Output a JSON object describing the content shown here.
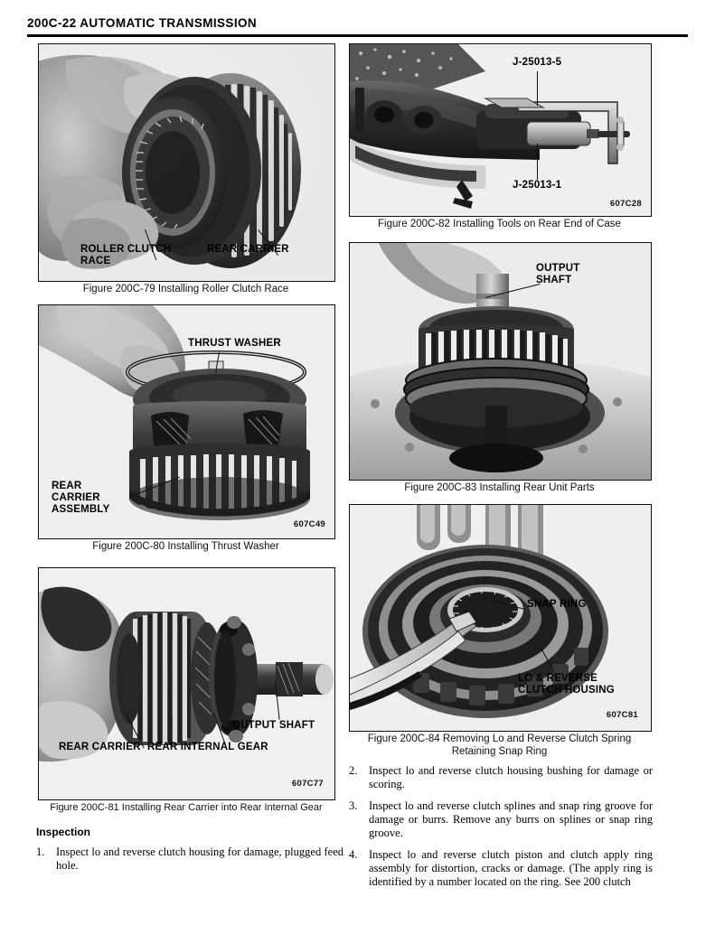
{
  "header": {
    "page_number": "200C-22",
    "title": "200C-22  AUTOMATIC TRANSMISSION",
    "section": "AUTOMATIC TRANSMISSION"
  },
  "figures": [
    {
      "id": "fig-200c-79",
      "caption": "Figure 200C-79 Installing Roller Clutch Race",
      "photo_id": "",
      "labels": [
        {
          "name": "roller-clutch-race",
          "text": "ROLLER CLUTCH\nRACE"
        },
        {
          "name": "rear-carrier",
          "text": "REAR CARRIER"
        }
      ]
    },
    {
      "id": "fig-200c-80",
      "caption": "Figure 200C-80 Installing Thrust Washer",
      "photo_id": "607C49",
      "labels": [
        {
          "name": "thrust-washer",
          "text": "THRUST WASHER"
        },
        {
          "name": "rear-carrier-assembly",
          "text": "REAR\nCARRIER\nASSEMBLY"
        }
      ]
    },
    {
      "id": "fig-200c-81",
      "caption": "Figure 200C-81 Installing Rear Carrier into Rear Internal Gear",
      "photo_id": "607C77",
      "labels": [
        {
          "name": "rear-carrier",
          "text": "REAR CARRIER"
        },
        {
          "name": "rear-internal-gear",
          "text": "REAR INTERNAL GEAR"
        },
        {
          "name": "output-shaft",
          "text": "OUTPUT SHAFT"
        }
      ]
    },
    {
      "id": "fig-200c-82",
      "caption": "Figure 200C-82 Installing Tools on Rear End of Case",
      "photo_id": "607C28",
      "labels": [
        {
          "name": "tool-j-25013-5",
          "text": "J-25013-5"
        },
        {
          "name": "tool-j-25013-1",
          "text": "J-25013-1"
        }
      ]
    },
    {
      "id": "fig-200c-83",
      "caption": "Figure 200C-83 Installing Rear Unit Parts",
      "photo_id": "",
      "labels": [
        {
          "name": "output-shaft",
          "text": "OUTPUT\nSHAFT"
        }
      ]
    },
    {
      "id": "fig-200c-84",
      "caption": "Figure 200C-84 Removing Lo and Reverse Clutch Spring\nRetaining Snap Ring",
      "photo_id": "607C81",
      "labels": [
        {
          "name": "snap-ring",
          "text": "SNAP RING"
        },
        {
          "name": "lo-and-reverse-clutch-housing",
          "text": "LO & REVERSE\nCLUTCH HOUSING"
        }
      ]
    }
  ],
  "inspection": {
    "heading": "Inspection",
    "items": [
      {
        "num": "1.",
        "text": "Inspect lo and reverse clutch housing for damage, plugged feed hole."
      },
      {
        "num": "2.",
        "text": "Inspect lo and reverse clutch housing bushing for damage or scoring."
      },
      {
        "num": "3.",
        "text": "Inspect lo and reverse clutch splines and snap ring groove for damage or burrs. Remove any burrs on splines or snap ring groove."
      },
      {
        "num": "4.",
        "text": "Inspect lo and reverse clutch piston and clutch apply ring assembly for distortion, cracks or damage. (The apply ring is identified by a number located on the ring. See 200 clutch"
      }
    ]
  },
  "colors": {
    "ink": "#000000",
    "paper": "#ffffff",
    "photo_dark": "#1b1b1b",
    "photo_mid": "#7a7a7a",
    "photo_light": "#d6d6d6"
  }
}
